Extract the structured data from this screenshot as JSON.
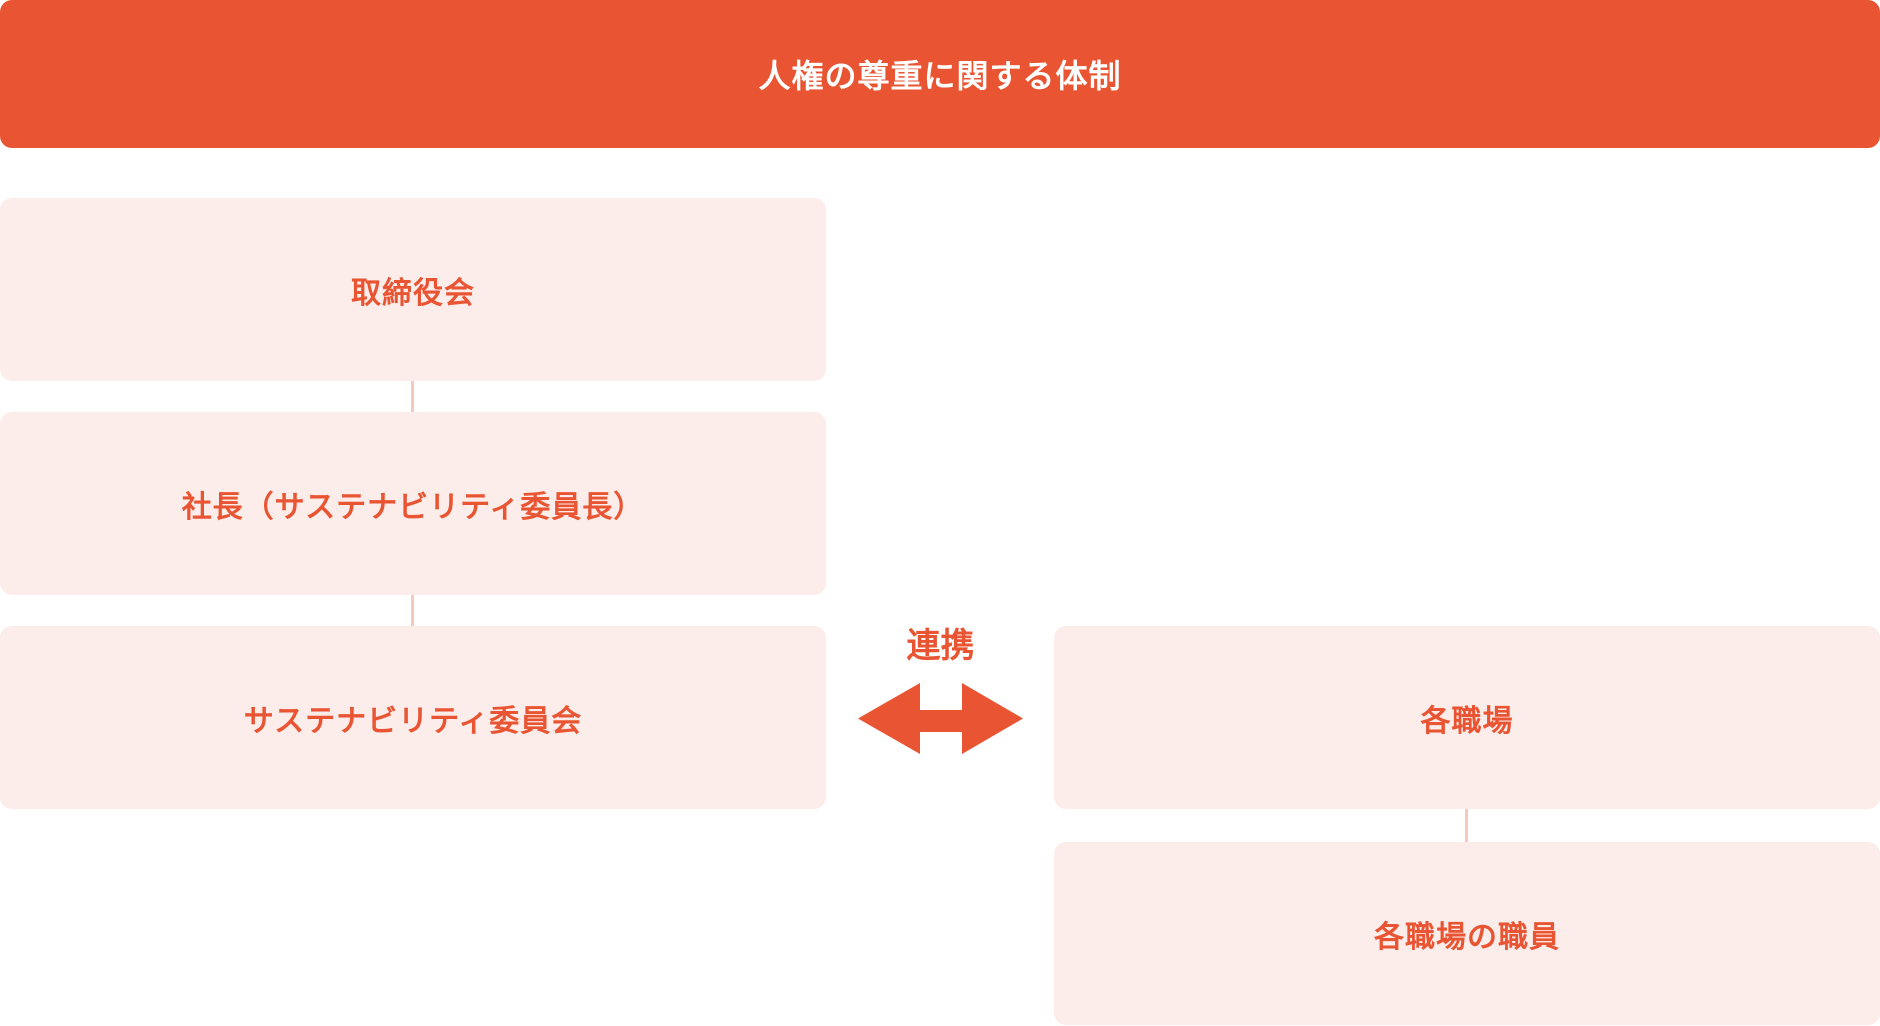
{
  "title": "人権の尊重に関する体制",
  "left_column": [
    "取締役会",
    "社長（サステナビリティ委員長）",
    "サステナビリティ委員会"
  ],
  "link_label": "連携",
  "right_column": [
    "各職場",
    "各職場の職員"
  ],
  "colors": {
    "accent": "#e95532",
    "box_bg": "#fcecea",
    "connector": "#f6c9bc"
  }
}
